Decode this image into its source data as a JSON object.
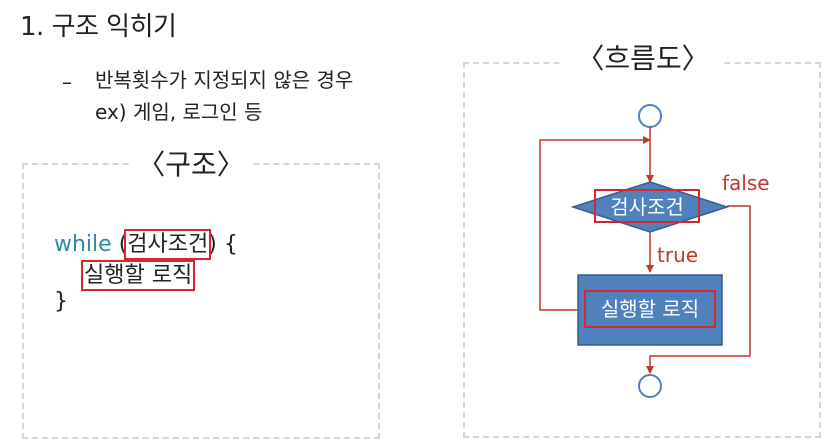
{
  "title": "1. 구조 익히기",
  "bullet": {
    "dash": "–",
    "line1": "반복횟수가 지정되지 않은 경우",
    "line2": "ex) 게임, 로그인 등"
  },
  "code_box": {
    "title": "〈구조〉",
    "keyword": "while",
    "open_paren": " (",
    "condition": "검사조건",
    "close": ") {",
    "body": "실행할 로직",
    "closing_brace": "}"
  },
  "flow_box": {
    "title": "〈흐름도〉",
    "decision_label": "검사조건",
    "process_label": "실행할 로직",
    "false_label": "false",
    "true_label": "true"
  },
  "colors": {
    "shape_fill": "#4f81bd",
    "shape_stroke": "#375e8e",
    "arrow": "#c0392b",
    "highlight": "#d7262e",
    "keyword": "#2e8aa0"
  }
}
